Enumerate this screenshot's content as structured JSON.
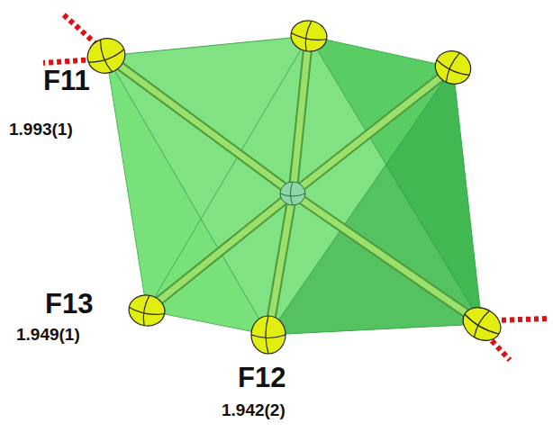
{
  "diagram": {
    "labels": [
      "F11",
      "1.993(1)",
      "F13",
      "1.949(1)",
      "F12",
      "1.942(2)"
    ]
  }
}
